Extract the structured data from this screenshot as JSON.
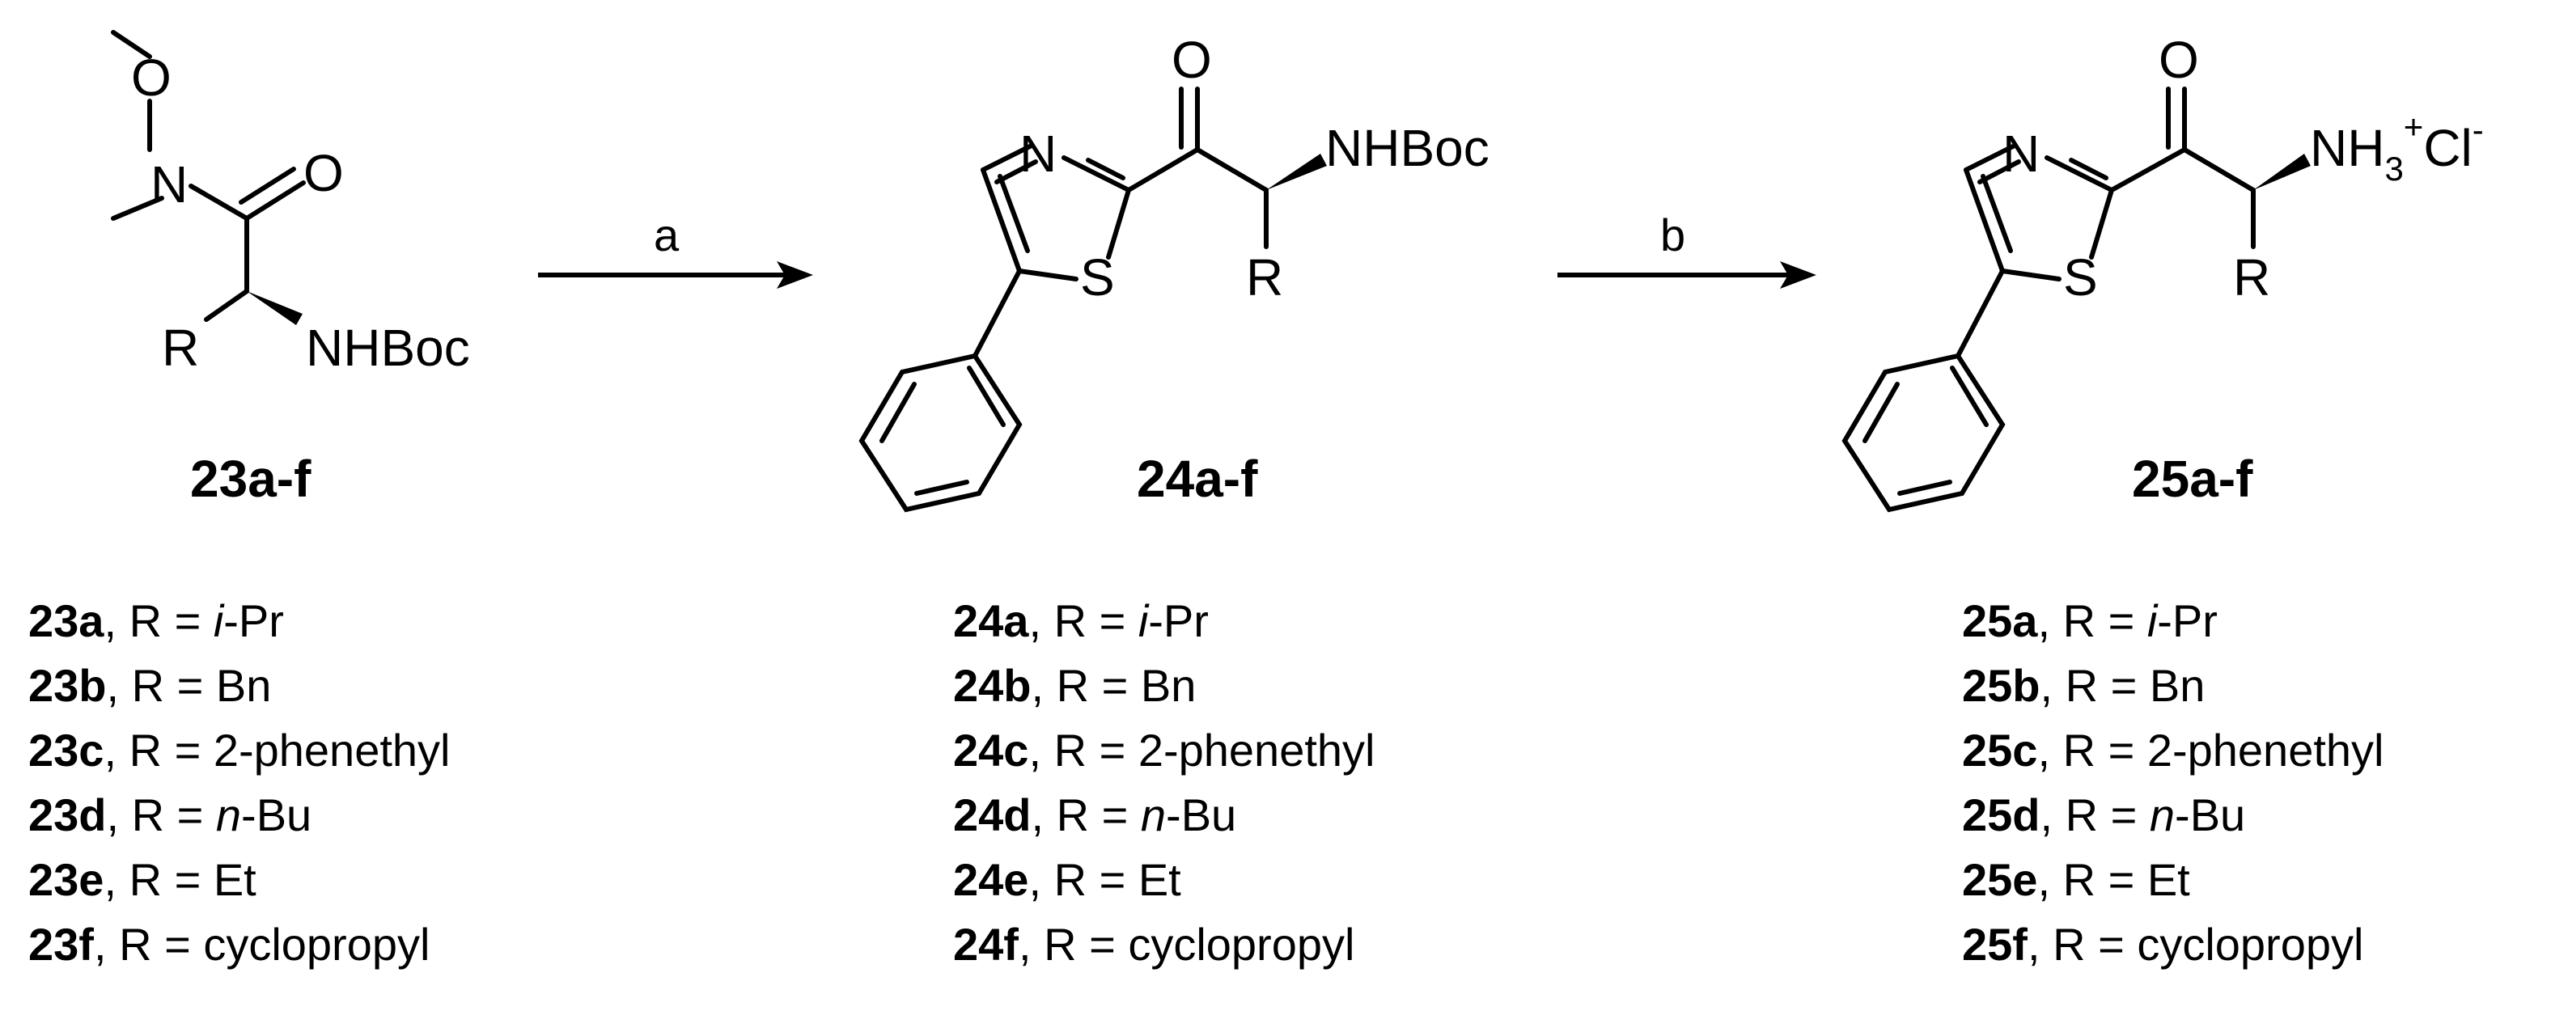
{
  "compounds": [
    {
      "label": "23a-f",
      "list": [
        {
          "id": "23a",
          "pre": "R = ",
          "val": "i",
          "post": "-Pr"
        },
        {
          "id": "23b",
          "pre": "R = Bn",
          "val": "",
          "post": ""
        },
        {
          "id": "23c",
          "pre": "R = 2-phenethyl",
          "val": "",
          "post": ""
        },
        {
          "id": "23d",
          "pre": "R = ",
          "val": "n",
          "post": "-Bu"
        },
        {
          "id": "23e",
          "pre": "R = Et",
          "val": "",
          "post": ""
        },
        {
          "id": "23f",
          "pre": "R = cyclopropyl",
          "val": "",
          "post": ""
        }
      ]
    },
    {
      "label": "24a-f",
      "list": [
        {
          "id": "24a",
          "pre": "R = ",
          "val": "i",
          "post": "-Pr"
        },
        {
          "id": "24b",
          "pre": "R = Bn",
          "val": "",
          "post": ""
        },
        {
          "id": "24c",
          "pre": "R = 2-phenethyl",
          "val": "",
          "post": ""
        },
        {
          "id": "24d",
          "pre": "R = ",
          "val": "n",
          "post": "-Bu"
        },
        {
          "id": "24e",
          "pre": "R = Et",
          "val": "",
          "post": ""
        },
        {
          "id": "24f",
          "pre": "R = cyclopropyl",
          "val": "",
          "post": ""
        }
      ]
    },
    {
      "label": "25a-f",
      "list": [
        {
          "id": "25a",
          "pre": "R = ",
          "val": "i",
          "post": "-Pr"
        },
        {
          "id": "25b",
          "pre": "R = Bn",
          "val": "",
          "post": ""
        },
        {
          "id": "25c",
          "pre": "R = 2-phenethyl",
          "val": "",
          "post": ""
        },
        {
          "id": "25d",
          "pre": "R = ",
          "val": "n",
          "post": "-Bu"
        },
        {
          "id": "25e",
          "pre": "R = Et",
          "val": "",
          "post": ""
        },
        {
          "id": "25f",
          "pre": "R = cyclopropyl",
          "val": "",
          "post": ""
        }
      ]
    }
  ],
  "arrows": [
    {
      "label": "a"
    },
    {
      "label": "b"
    }
  ],
  "atoms": {
    "oxygen": "O",
    "nitrogen": "N",
    "sulfur": "S",
    "r_group": "R",
    "nhboc": "NHBoc",
    "nh3": "NH",
    "nh3_sub": "3",
    "plus": "+",
    "cl": "Cl",
    "minus": "-"
  }
}
